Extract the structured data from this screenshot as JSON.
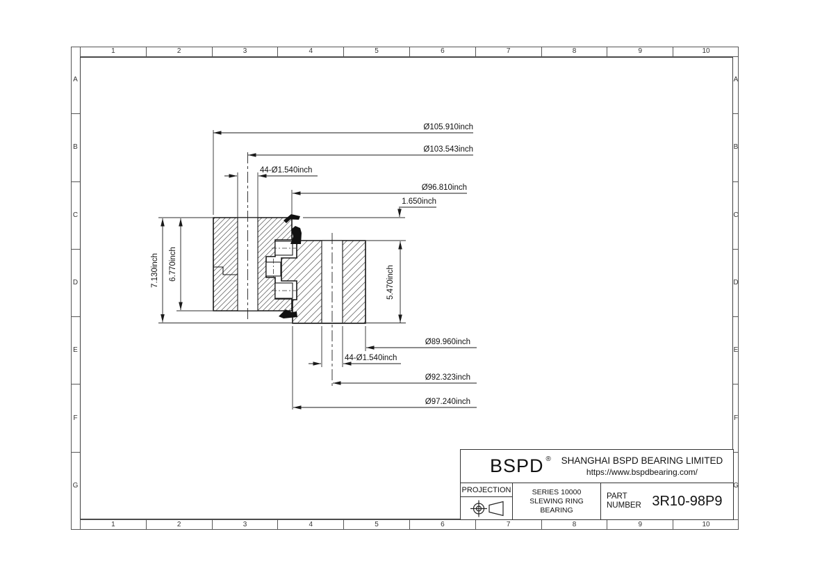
{
  "grid": {
    "columns": [
      "1",
      "2",
      "3",
      "4",
      "5",
      "6",
      "7",
      "8",
      "9",
      "10"
    ],
    "rows": [
      "A",
      "B",
      "C",
      "D",
      "E",
      "F",
      "G"
    ]
  },
  "dimensions": {
    "outer_diameter": "Ø105.910inch",
    "outer_bolt_circle": "Ø103.543inch",
    "outer_bolt_holes": "44-Ø1.540inch",
    "seal_diameter": "Ø96.810inch",
    "step_height": "1.650inch",
    "total_height": "7.130inch",
    "outer_ring_height": "6.770inch",
    "inner_ring_height": "5.470inch",
    "inner_bore": "Ø89.960inch",
    "inner_bolt_holes": "44-Ø1.540inch",
    "inner_bolt_circle": "Ø92.323inch",
    "inner_ring_od": "Ø97.240inch"
  },
  "title_block": {
    "logo": "BSPD",
    "registered_mark": "®",
    "company": "SHANGHAI BSPD BEARING LIMITED",
    "website": "https://www.bspdbearing.com/",
    "projection_label": "PROJECTION",
    "series_line1": "SERIES 10000",
    "series_line2": "SLEWING RING BEARING",
    "part_label_line1": "PART",
    "part_label_line2": "NUMBER",
    "part_number": "3R10-98P9"
  }
}
